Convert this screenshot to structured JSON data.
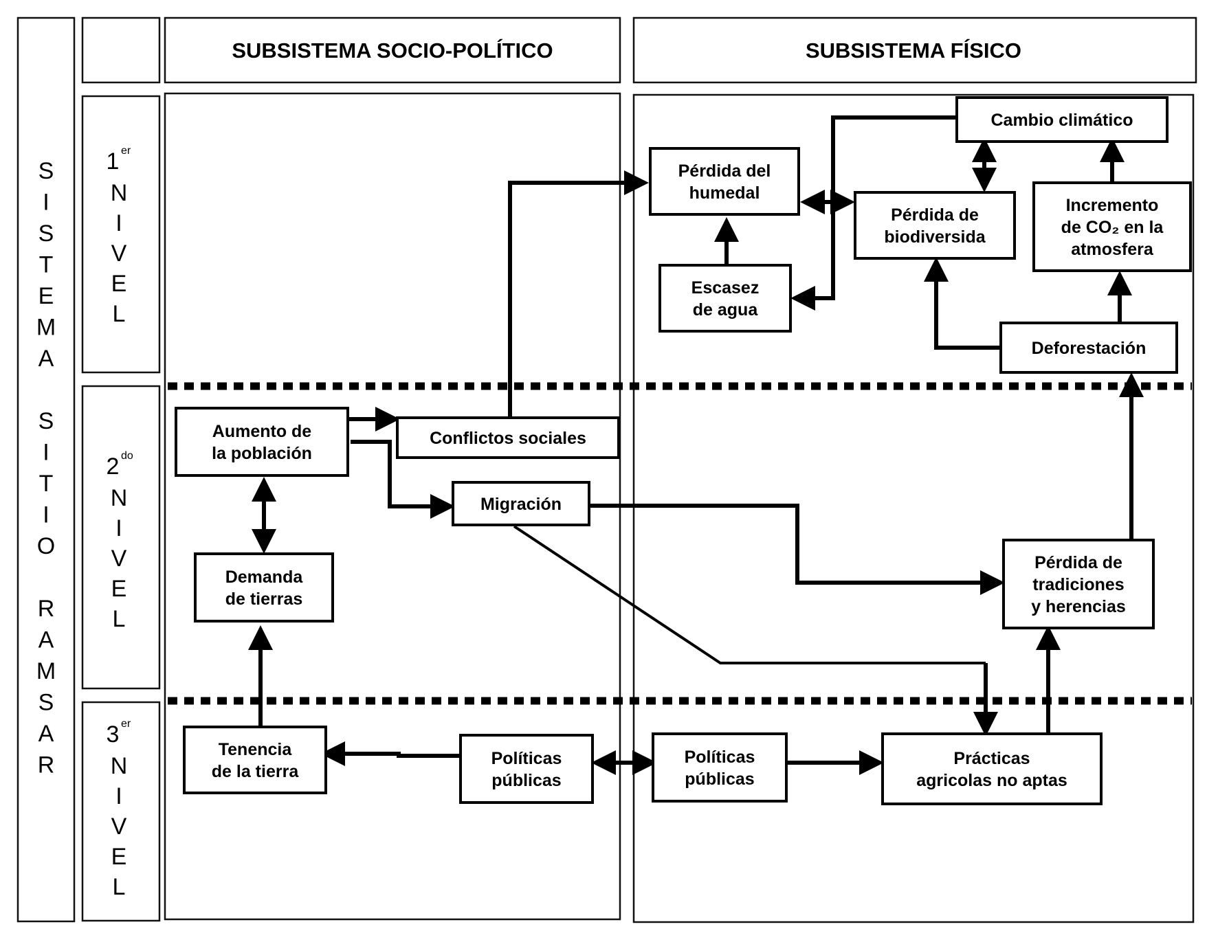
{
  "headers": {
    "socio": "SUBSISTEMA SOCIO-POLÍTICO",
    "fisico": "SUBSISTEMA FÍSICO"
  },
  "system_label": [
    "S",
    "I",
    "S",
    "T",
    "E",
    "M",
    "A",
    "",
    "S",
    "I",
    "T",
    "I",
    "O",
    "",
    "R",
    "A",
    "M",
    "S",
    "A",
    "R"
  ],
  "levels": [
    {
      "num": "1",
      "sup": "er",
      "word": [
        "N",
        "I",
        "V",
        "E",
        "L"
      ]
    },
    {
      "num": "2",
      "sup": "do",
      "word": [
        "N",
        "I",
        "V",
        "E",
        "L"
      ]
    },
    {
      "num": "3",
      "sup": "er",
      "word": [
        "N",
        "I",
        "V",
        "E",
        "L"
      ]
    }
  ],
  "nodes": {
    "cambio": {
      "lines": [
        "Cambio climático"
      ]
    },
    "humedal": {
      "lines": [
        "Pérdida del",
        "humedal"
      ]
    },
    "biodiv": {
      "lines": [
        "Pérdida de",
        "biodiversida"
      ]
    },
    "co2": {
      "lines": [
        "Incremento",
        "de CO₂ en la",
        "atmosfera"
      ]
    },
    "escasez": {
      "lines": [
        "Escasez",
        "de agua"
      ]
    },
    "defor": {
      "lines": [
        "Deforestación"
      ]
    },
    "aumento": {
      "lines": [
        "Aumento de",
        "la población"
      ]
    },
    "conflictos": {
      "lines": [
        "Conflictos sociales"
      ]
    },
    "migracion": {
      "lines": [
        "Migración"
      ]
    },
    "demanda": {
      "lines": [
        "Demanda",
        "de tierras"
      ]
    },
    "tradiciones": {
      "lines": [
        "Pérdida  de",
        "tradiciones",
        "y herencias"
      ]
    },
    "tenencia": {
      "lines": [
        "Tenencia",
        "de la tierra"
      ]
    },
    "pol_socio": {
      "lines": [
        "Políticas",
        "públicas"
      ]
    },
    "pol_fisico": {
      "lines": [
        "Políticas",
        "públicas"
      ]
    },
    "practicas": {
      "lines": [
        "Prácticas",
        "agricolas no aptas"
      ]
    }
  },
  "edges": [
    {
      "from": "conflictos",
      "to": "humedal",
      "type": "arrow"
    },
    {
      "from": "cambio",
      "to": "escasez",
      "type": "arrow"
    },
    {
      "from": "humedal",
      "to": "biodiv",
      "type": "bidirectional"
    },
    {
      "from": "cambio",
      "to": "biodiv",
      "type": "bidirectional"
    },
    {
      "from": "co2",
      "to": "cambio",
      "type": "arrow"
    },
    {
      "from": "escasez",
      "to": "humedal",
      "type": "arrow"
    },
    {
      "from": "defor",
      "to": "biodiv",
      "type": "arrow"
    },
    {
      "from": "defor",
      "to": "co2",
      "type": "arrow"
    },
    {
      "from": "tradiciones",
      "to": "defor",
      "type": "arrow"
    },
    {
      "from": "aumento",
      "to": "conflictos",
      "type": "arrow"
    },
    {
      "from": "aumento",
      "to": "migracion",
      "type": "arrow"
    },
    {
      "from": "aumento",
      "to": "demanda",
      "type": "bidirectional"
    },
    {
      "from": "migracion",
      "to": "tradiciones",
      "type": "arrow"
    },
    {
      "from": "migracion",
      "to": "practicas",
      "type": "arrow"
    },
    {
      "from": "tenencia",
      "to": "demanda",
      "type": "arrow"
    },
    {
      "from": "pol_socio",
      "to": "tenencia",
      "type": "arrow"
    },
    {
      "from": "pol_socio",
      "to": "pol_fisico",
      "type": "bidirectional"
    },
    {
      "from": "pol_fisico",
      "to": "practicas",
      "type": "arrow"
    },
    {
      "from": "practicas",
      "to": "tradiciones",
      "type": "arrow"
    }
  ]
}
